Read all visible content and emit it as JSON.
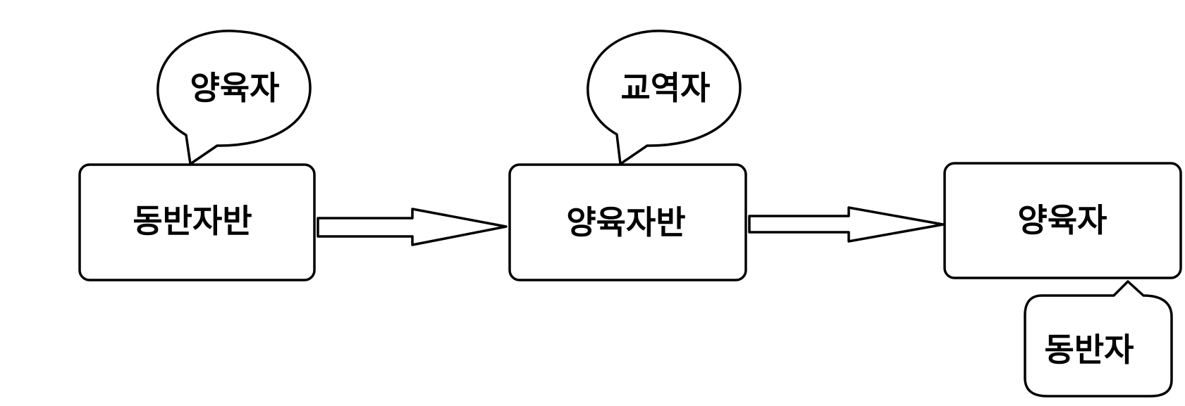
{
  "diagram": {
    "boxes": [
      {
        "id": "box-1",
        "label": "동반자반"
      },
      {
        "id": "box-2",
        "label": "양육자반"
      },
      {
        "id": "box-3",
        "label": "양육자"
      }
    ],
    "callouts": [
      {
        "id": "callout-1",
        "label": "양육자",
        "attached_to": "box-1"
      },
      {
        "id": "callout-2",
        "label": "교역자",
        "attached_to": "box-2"
      },
      {
        "id": "callout-3",
        "label": "동반자",
        "attached_to": "box-3"
      }
    ],
    "arrows": [
      {
        "from": "box-1",
        "to": "box-2"
      },
      {
        "from": "box-2",
        "to": "box-3"
      }
    ],
    "colors": {
      "stroke": "#000000",
      "fill": "#ffffff",
      "background": "#ffffff"
    }
  }
}
